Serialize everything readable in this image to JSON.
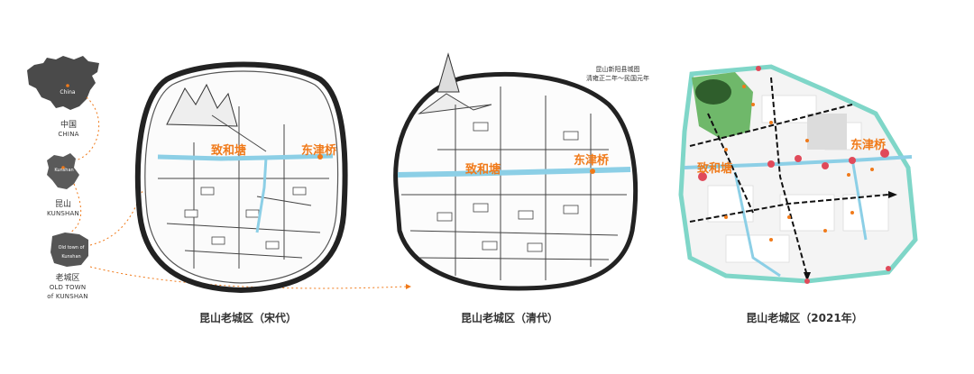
{
  "locator": {
    "china": {
      "zh": "中国",
      "en": "CHINA",
      "tag": "China"
    },
    "kunshan": {
      "zh": "昆山",
      "en": "KUNSHAN",
      "tag": "Kunshan"
    },
    "oldtown": {
      "zh": "老城区",
      "en_line1": "OLD TOWN",
      "en_line2": "of KUNSHAN",
      "tag": "Old town of Kunshan"
    }
  },
  "maps": [
    {
      "caption": "昆山老城区（宋代）",
      "labels": {
        "canal": "致和塘",
        "bridge": "东津桥"
      }
    },
    {
      "caption": "昆山老城区（清代）",
      "title_line1": "昆山新阳县城图",
      "title_line2": "清雍正二年～民国元年",
      "labels": {
        "canal": "致和塘",
        "bridge": "东津桥"
      }
    },
    {
      "caption": "昆山老城区（2021年）",
      "labels": {
        "canal": "致和塘",
        "bridge": "东津桥"
      }
    }
  ],
  "colors": {
    "accent": "#f07a1a",
    "canal": "#8ccfe6",
    "park": "#6fb86a",
    "border": "#7fd6c8"
  }
}
